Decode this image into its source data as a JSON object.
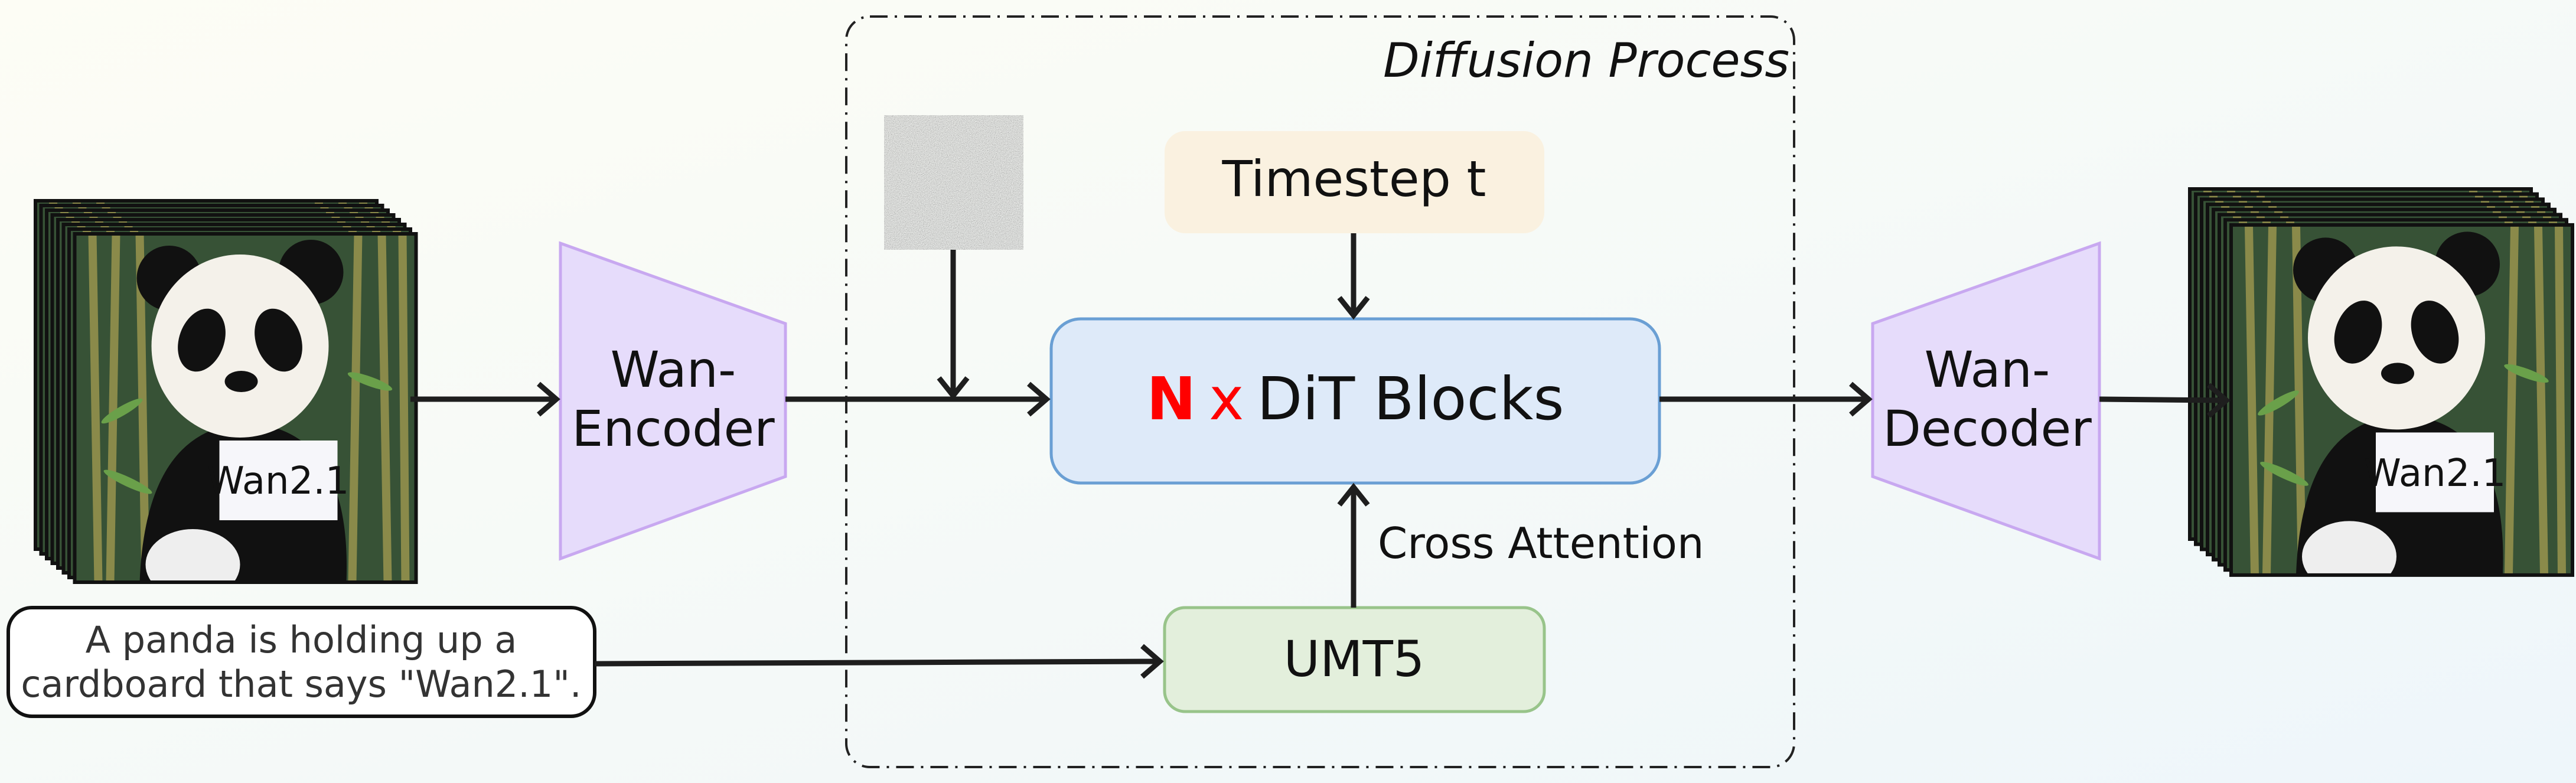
{
  "diagram": {
    "process_label": "Diffusion Process",
    "encoder": {
      "line1": "Wan-",
      "line2": "Encoder"
    },
    "decoder": {
      "line1": "Wan-",
      "line2": "Decoder"
    },
    "timestep": "Timestep t",
    "dit": {
      "n": "N",
      "x": "x",
      "label": "DiT Blocks"
    },
    "cross_attention": "Cross Attention",
    "text_encoder": "UMT5",
    "prompt": {
      "line1": "A panda is holding up a",
      "line2": "cardboard that says \"Wan2.1\"."
    },
    "sign_text": "Wan2.1"
  },
  "colors": {
    "encoder_fill": "#e6dcfb",
    "encoder_stroke": "#c8a8f0",
    "timestep_fill": "#faf1e0",
    "dit_fill": "#deeaf9",
    "dit_stroke": "#6a9fd4",
    "umt5_fill": "#e3efdc",
    "umt5_stroke": "#98c48a",
    "accent_red": "#ff0000"
  }
}
